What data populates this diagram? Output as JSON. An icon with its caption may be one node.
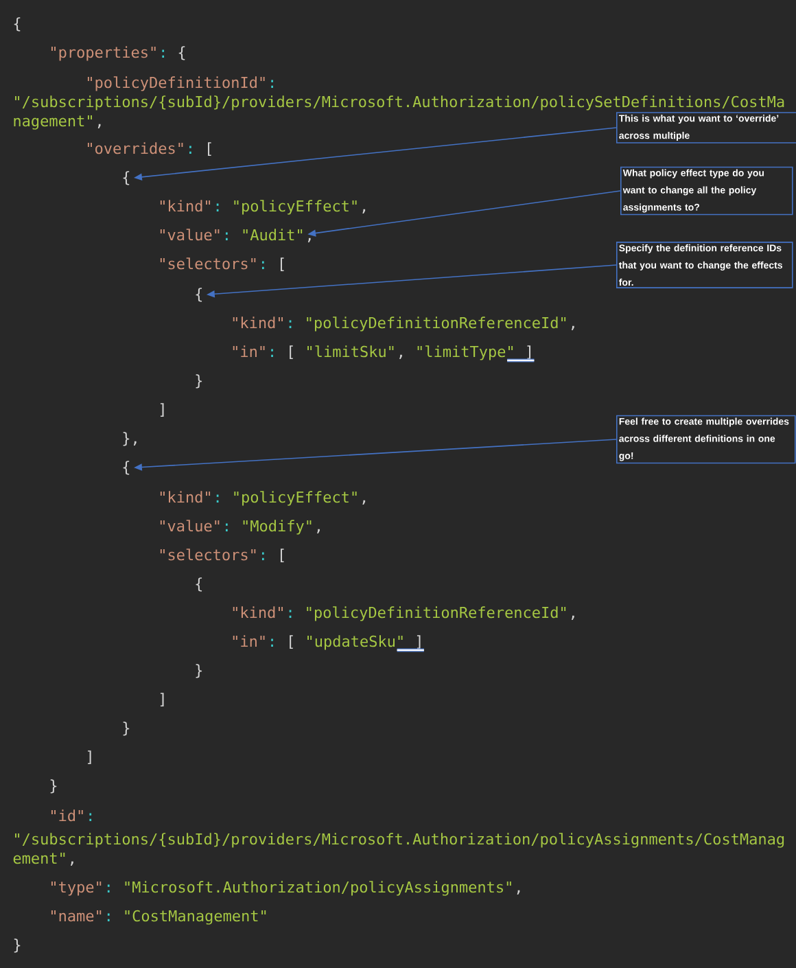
{
  "diagram": {
    "nodes": [
      {
        "text": [
          "This is what you want to ‘override’ across multiple"
        ]
      },
      {
        "text": [
          "{"
        ]
      },
      {
        "text": [
          "What policy effect type do you want to change all the policy assignments to?"
        ]
      },
      {
        "text": [
          "\"Audit\""
        ]
      },
      {
        "text": [
          "Specify the definition reference IDs that you want to change the effects for."
        ]
      },
      {
        "text": [
          "{"
        ]
      },
      {
        "text": [
          "Feel free to create multiple overrides across different definitions in one go!"
        ]
      },
      {
        "text": [
          "{"
        ]
      }
    ],
    "edges": [
      {
        "from": 0,
        "to": 1,
        "arrow": "to"
      },
      {
        "from": 2,
        "to": 3,
        "arrow": "to"
      },
      {
        "from": 4,
        "to": 5,
        "arrow": "to"
      },
      {
        "from": 6,
        "to": 7,
        "arrow": "to"
      }
    ],
    "labels": [
      "{",
      "\"properties\"",
      ":",
      "{",
      "\"policyDefinitionId\"",
      ":",
      "\"/subscriptions/{subId}/providers/Microsoft.Authorization/policySetDefinitions/CostMa",
      "nagement\"",
      ",",
      "\"overrides\"",
      ":",
      "[",
      "\"kind\"",
      ":",
      "\"policyEffect\"",
      ",",
      "\"value\"",
      ":",
      ",",
      "\"selectors\"",
      ":",
      "[",
      "\"kind\"",
      ":",
      "\"policyDefinitionReferenceId\"",
      ",",
      "\"in\"",
      ":",
      "[",
      "\"limitSku\"",
      ",",
      "\"limitType\"",
      "]",
      "}",
      "]",
      "},",
      "\"kind\"",
      ":",
      "\"policyEffect\"",
      ",",
      "\"value\"",
      ":",
      "\"Modify\"",
      ",",
      "\"selectors\"",
      ":",
      "[",
      "{",
      "\"kind\"",
      ":",
      "\"policyDefinitionReferenceId\"",
      ",",
      "\"in\"",
      ":",
      "[",
      "\"updateSku\"",
      "]",
      "}",
      "]",
      "}",
      "]",
      "}",
      "\"id\"",
      ":",
      "\"/subscriptions/{subId}/providers/Microsoft.Authorization/policyAssignments/CostManag",
      "ement\"",
      ",",
      "\"type\"",
      ":",
      "\"Microsoft.Authorization/policyAssignments\"",
      ",",
      "\"name\"",
      ":",
      "\"CostManagement\"",
      "}"
    ]
  }
}
